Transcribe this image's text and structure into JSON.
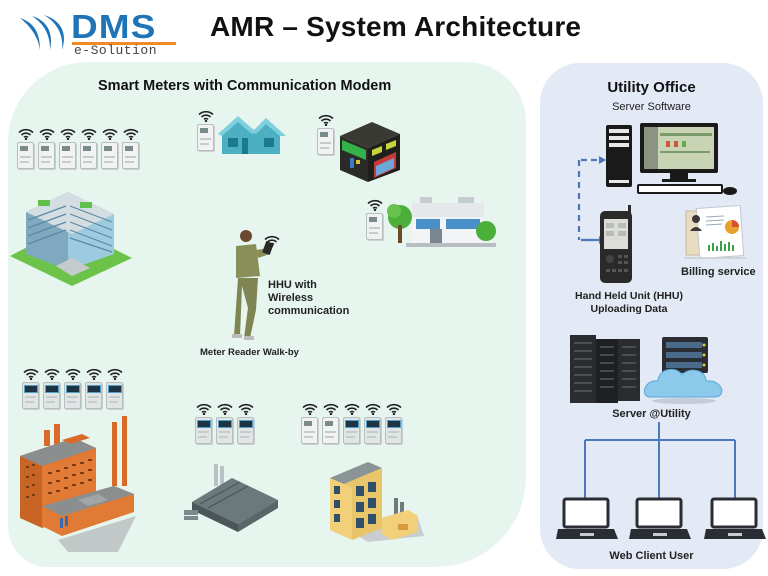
{
  "header": {
    "logo": {
      "brand": "DMS",
      "tagline": "e-Solution",
      "brand_color": "#1f73b7",
      "accent_color": "#f08a24"
    },
    "title": "AMR – System Architecture"
  },
  "meters_panel": {
    "title": "Smart Meters with Communication Modem",
    "background": "#e6f5ee",
    "sites": [
      {
        "name": "office-tower",
        "icon": "office-tower-icon",
        "meter_count": 6
      },
      {
        "name": "house",
        "icon": "house-icon",
        "meter_count": 1
      },
      {
        "name": "shop",
        "icon": "shop-icon",
        "meter_count": 1
      },
      {
        "name": "commercial-building",
        "icon": "commercial-building-icon",
        "meter_count": 1
      },
      {
        "name": "power-plant",
        "icon": "power-plant-icon",
        "meter_count": 5
      },
      {
        "name": "factory",
        "icon": "factory-icon",
        "meter_count": 3
      },
      {
        "name": "industrial-building",
        "icon": "industrial-building-icon",
        "meter_count": 5
      }
    ],
    "meter_reader": {
      "hhu_label_line1": "HHU  with",
      "hhu_label_line2": "Wireless",
      "hhu_label_line3": "communication",
      "caption": "Meter Reader Walk-by"
    }
  },
  "office_panel": {
    "title": "Utility Office",
    "background": "#e3e9f5",
    "server_software_label": "Server Software",
    "billing_label": "Billing service",
    "hhu_label_line1": "Hand Held Unit (HHU)",
    "hhu_label_line2": "Uploading Data",
    "server_label": "Server @Utility",
    "web_client_label": "Web Client User",
    "connector_color": "#4a78b8",
    "web_client_count": 3
  }
}
